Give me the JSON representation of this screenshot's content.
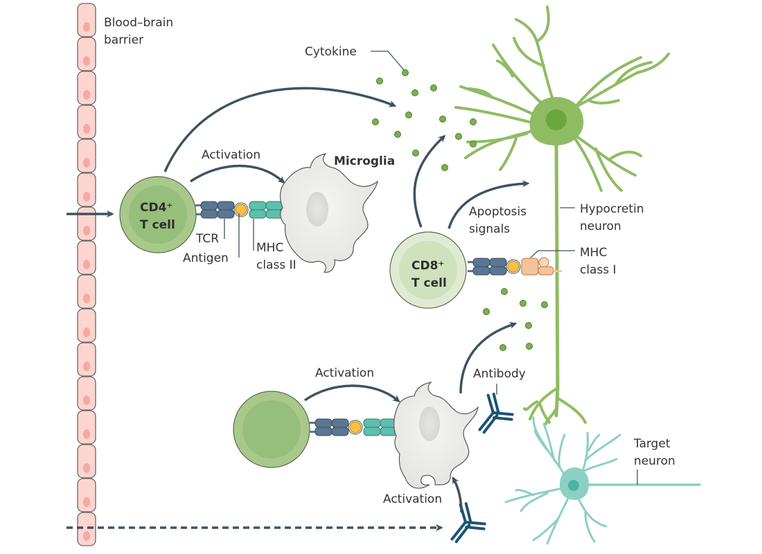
{
  "figure": {
    "labels": {
      "bbb_line1": "Blood–brain",
      "bbb_line2": "barrier",
      "cytokine": "Cytokine",
      "microglia": "Microglia",
      "activation_top": "Activation",
      "cd4_line1": "CD4⁺",
      "cd4_line2": "T cell",
      "tcr": "TCR",
      "antigen": "Antigen",
      "mhc2_line1": "MHC",
      "mhc2_line2": "class II",
      "apoptosis_line1": "Apoptosis",
      "apoptosis_line2": "signals",
      "hypocretin_line1": "Hypocretin",
      "hypocretin_line2": "neuron",
      "mhc1_line1": "MHC",
      "mhc1_line2": "class I",
      "cd8_line1": "CD8⁺",
      "cd8_line2": "T cell",
      "activation_bottom": "Activation",
      "antibody": "Antibody",
      "activation_antibody": "Activation",
      "target_line1": "Target",
      "target_line2": "neuron"
    },
    "colors": {
      "endothelial_fill": "#fdd5cf",
      "endothelial_nucleus": "#f6a8a4",
      "arrow": "#3d5261",
      "tcell_outer": "#a8c98b",
      "tcell_inner": "#96bf7b",
      "cd8_outer": "#deebd2",
      "cd8_inner": "#cfe2bd",
      "tcr": "#5b7691",
      "mhc2": "#5cc0ad",
      "mhc1": "#f5c29a",
      "antigen": "#f8c042",
      "microglia": "#ececea",
      "hypocretin": "#8fbc63",
      "hypocretin_nucleus": "#6aa63c",
      "target": "#8ccfc3",
      "target_nucleus": "#4ab5a3",
      "antibody": "#1b5472",
      "cytokine": "#7ab14e"
    },
    "endothelial_cell_count": 16
  }
}
